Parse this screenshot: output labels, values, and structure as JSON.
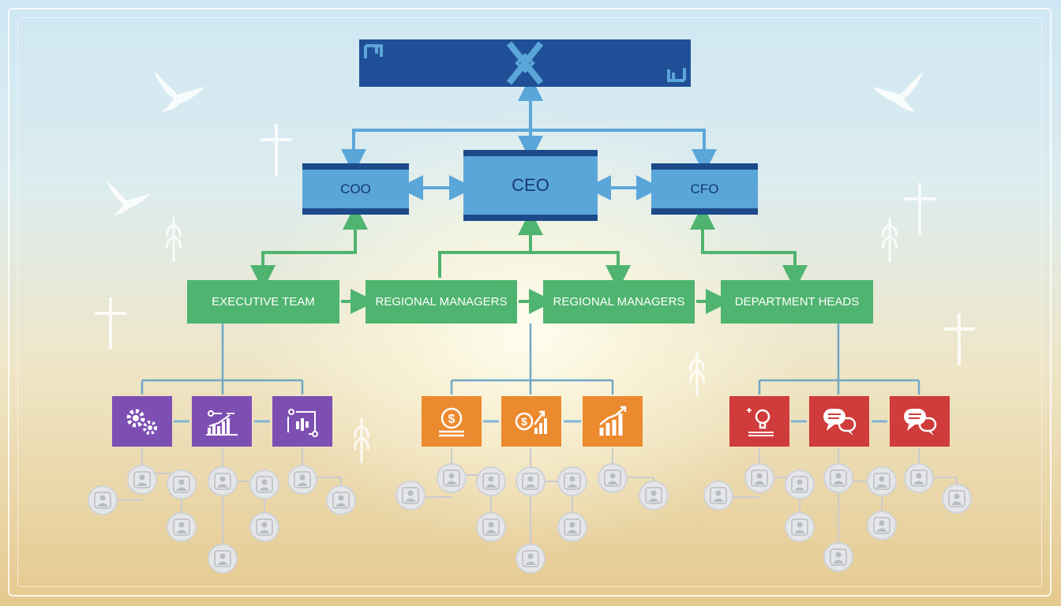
{
  "executives": {
    "ceo": "CEO",
    "coo": "COO",
    "cfo": "CFO"
  },
  "teams": [
    "EXECUTIVE TEAM",
    "REGIONAL MANAGERS",
    "REGIONAL MANAGERS",
    "DEPARTMENT HEADS"
  ],
  "colors": {
    "banner": "#1f4f96",
    "executive": "#5ba6d9",
    "team": "#4fb46f",
    "purple_group": "#7d4fb3",
    "orange_group": "#ec8a2f",
    "red_group": "#d03b3b",
    "connector_blue": "#5ba6d9",
    "connector_green": "#4fb46f"
  },
  "icons": {
    "purple_group": [
      "gears-icon",
      "analytics-chart-icon",
      "workflow-icon"
    ],
    "orange_group": [
      "dollar-icon",
      "dollar-growth-icon",
      "bar-chart-icon"
    ],
    "red_group": [
      "lightbulb-icon",
      "chat-bubbles-icon",
      "chat-bubbles-icon"
    ]
  }
}
